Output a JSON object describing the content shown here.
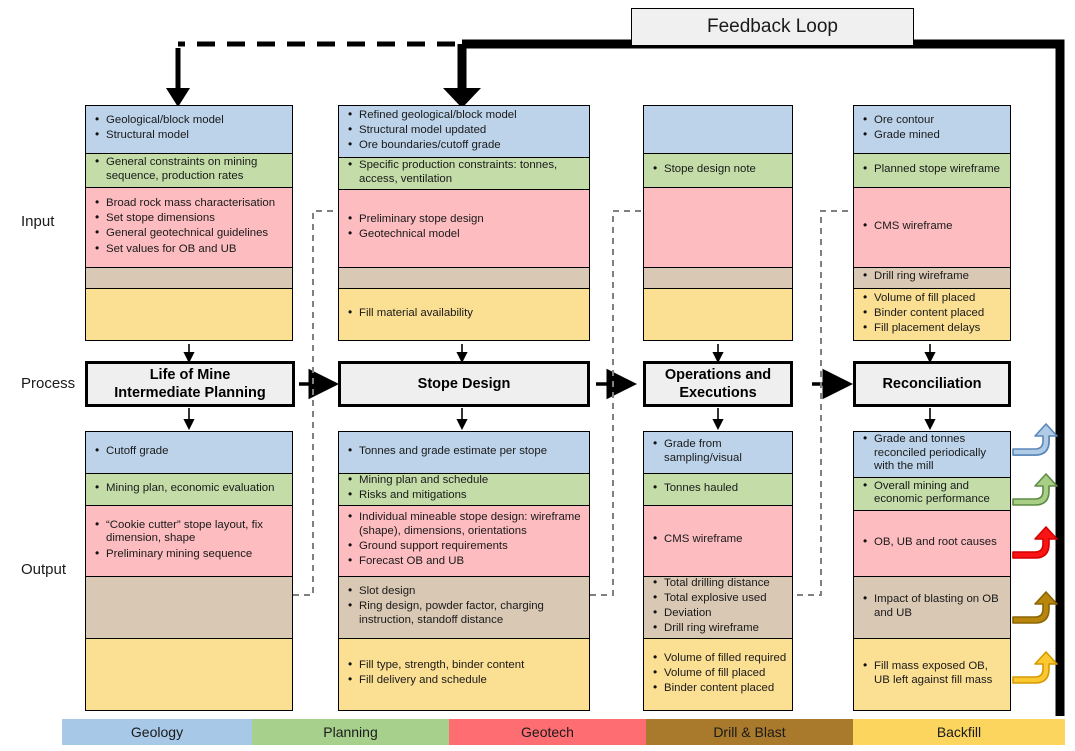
{
  "title": "Mining Value Chain Input-Process-Output Flow with Feedback Loop",
  "feedback": {
    "label": "Feedback Loop"
  },
  "row_labels": {
    "input": "Input",
    "process": "Process",
    "output": "Output"
  },
  "disciplines": [
    {
      "key": "geology",
      "label": "Geology",
      "color": "#a8c8e8",
      "band_color": "#bcd3ea",
      "arrow_color": "#b0cbe6"
    },
    {
      "key": "planning",
      "label": "Planning",
      "color": "#a8d08d",
      "band_color": "#c3dca8",
      "arrow_color": "#a9cf87"
    },
    {
      "key": "geotech",
      "label": "Geotech",
      "color": "#fd6d71",
      "band_color": "#fcbcc0",
      "arrow_color": "#fb1414"
    },
    {
      "key": "drill",
      "label": "Drill & Blast",
      "color": "#a9792c",
      "band_color": "#d9c8b4",
      "arrow_color": "#b8860b"
    },
    {
      "key": "backfill",
      "label": "Backfill",
      "color": "#fcd55f",
      "band_color": "#fbdf93",
      "arrow_color": "#fcc832"
    }
  ],
  "columns": [
    {
      "key": "lom",
      "process": "Life of Mine\nIntermediate Planning",
      "process_lines": [
        "Life of Mine",
        "Intermediate Planning"
      ],
      "input": {
        "geology": [
          "Geological/block model",
          "Structural model"
        ],
        "planning": [
          "General constraints on mining sequence, production rates"
        ],
        "geotech": [
          "Broad rock mass characterisation",
          "Set stope dimensions",
          "General geotechnical guidelines",
          "Set values for OB and UB"
        ],
        "drill": [],
        "backfill": []
      },
      "output": {
        "geology": [
          "Cutoff grade"
        ],
        "planning": [
          "Mining plan, economic evaluation"
        ],
        "geotech": [
          "“Cookie cutter” stope layout, fix dimension, shape",
          "Preliminary mining sequence"
        ],
        "drill": [],
        "backfill": []
      }
    },
    {
      "key": "stope-design",
      "process": "Stope Design",
      "process_lines": [
        "Stope Design"
      ],
      "input": {
        "geology": [
          "Refined geological/block model",
          "Structural model updated",
          "Ore boundaries/cutoff grade"
        ],
        "planning": [
          "Specific production constraints: tonnes, access, ventilation"
        ],
        "geotech": [
          "Preliminary stope design",
          "Geotechnical model"
        ],
        "drill": [],
        "backfill": [
          "Fill material availability"
        ]
      },
      "output": {
        "geology": [
          "Tonnes and grade estimate per stope"
        ],
        "planning": [
          "Mining plan and schedule",
          "Risks and mitigations"
        ],
        "geotech": [
          "Individual mineable stope design: wireframe (shape), dimensions, orientations",
          "Ground support requirements",
          "Forecast OB and UB"
        ],
        "drill": [
          "Slot design",
          "Ring design, powder factor, charging instruction, standoff distance"
        ],
        "backfill": [
          "Fill type, strength, binder content",
          "Fill delivery and schedule"
        ]
      }
    },
    {
      "key": "operations",
      "process": "Operations and Executions",
      "process_lines": [
        "Operations and",
        "Executions"
      ],
      "input": {
        "geology": [],
        "planning": [
          "Stope design note"
        ],
        "geotech": [],
        "drill": [],
        "backfill": []
      },
      "output": {
        "geology": [
          "Grade from sampling/visual"
        ],
        "planning": [
          "Tonnes hauled"
        ],
        "geotech": [
          "CMS wireframe"
        ],
        "drill": [
          "Total drilling distance",
          "Total explosive used",
          "Deviation",
          "Drill ring wireframe"
        ],
        "backfill": [
          "Volume of filled required",
          "Volume of fill placed",
          "Binder content placed"
        ]
      }
    },
    {
      "key": "reconciliation",
      "process": "Reconciliation",
      "process_lines": [
        "Reconciliation"
      ],
      "input": {
        "geology": [
          "Ore contour",
          "Grade mined"
        ],
        "planning": [
          "Planned stope wireframe"
        ],
        "geotech": [
          "CMS wireframe"
        ],
        "drill": [
          "Drill ring wireframe"
        ],
        "backfill": [
          "Volume of fill placed",
          "Binder content placed",
          "Fill placement delays"
        ]
      },
      "output": {
        "geology": [
          "Grade and tonnes reconciled periodically with the mill"
        ],
        "planning": [
          "Overall mining and economic performance"
        ],
        "geotech": [
          "OB, UB and root causes"
        ],
        "drill": [
          "Impact of blasting on OB and UB"
        ],
        "backfill": [
          "Fill mass exposed OB, UB left against fill mass"
        ]
      }
    }
  ]
}
